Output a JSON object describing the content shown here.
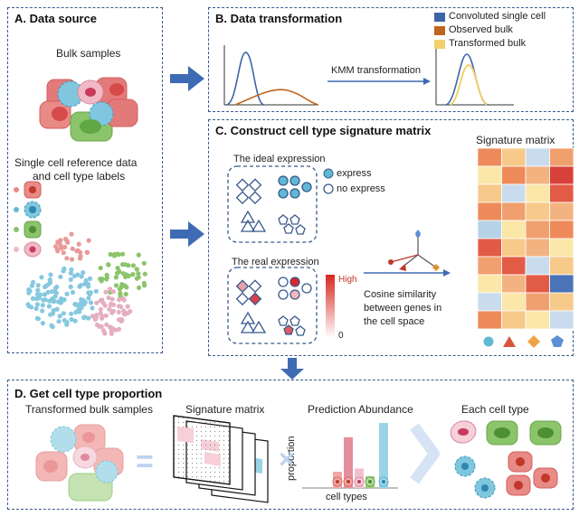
{
  "panels": {
    "a": {
      "title": "A. Data source",
      "bulk_label": "Bulk samples",
      "sc_label_1": "Single cell reference data",
      "sc_label_2": "and cell type labels"
    },
    "b": {
      "title": "B. Data transformation",
      "arrow_label": "KMM transformation",
      "legend": [
        {
          "label": "Convoluted single cell",
          "color": "#3d64a8"
        },
        {
          "label": "Observed bulk",
          "color": "#c0651e"
        },
        {
          "label": "Transformed bulk",
          "color": "#f2d16b"
        }
      ]
    },
    "c": {
      "title": "C. Construct cell type signature matrix",
      "ideal_label": "The ideal expression",
      "express_label": "express",
      "no_express_label": "no express",
      "real_label": "The real expression",
      "high_label": "High",
      "zero_label": "0",
      "cosine_1": "Cosine similarity",
      "cosine_2": "between genes in",
      "cosine_3": "the cell space",
      "sig_title": "Signature matrix"
    },
    "d": {
      "title": "D. Get cell type proportion",
      "bulk_label": "Transformed bulk samples",
      "sig_label": "Signature matrix",
      "pred_label": "Prediction Abundance",
      "each_label": "Each cell type",
      "ylabel": "proportion",
      "xlabel": "cell types",
      "equals": "=",
      "times": "×"
    }
  },
  "heatmap": {
    "rows": 10,
    "cols": 4,
    "cells": [
      [
        "#ee8a5a",
        "#f7c98a",
        "#c9dced",
        "#f0a06e"
      ],
      [
        "#fbe7a8",
        "#ee8a5a",
        "#f3b381",
        "#d8413a"
      ],
      [
        "#f7c98a",
        "#c9dced",
        "#fbe7a8",
        "#e25b45"
      ],
      [
        "#ee8a5a",
        "#f0a06e",
        "#f7c98a",
        "#f3b381"
      ],
      [
        "#b6d3e8",
        "#fbe7a8",
        "#f0a06e",
        "#ee8a5a"
      ],
      [
        "#e25b45",
        "#f7c98a",
        "#f3b381",
        "#fbe7a8"
      ],
      [
        "#f0a06e",
        "#e25b45",
        "#c9dced",
        "#f7c98a"
      ],
      [
        "#fbe7a8",
        "#f3b381",
        "#e25b45",
        "#4a73b8"
      ],
      [
        "#c9dced",
        "#fbe7a8",
        "#f0a06e",
        "#f7c98a"
      ],
      [
        "#ee8a5a",
        "#f7c98a",
        "#fbe7a8",
        "#c9dced"
      ]
    ]
  },
  "bars": [
    {
      "value": 0.25,
      "color": "#f2a6a6"
    },
    {
      "value": 0.78,
      "color": "#e58f9c"
    },
    {
      "value": 0.3,
      "color": "#f3c0cf"
    },
    {
      "value": 0.18,
      "color": "#9bcc7a"
    },
    {
      "value": 1.0,
      "color": "#9bd3e6"
    }
  ],
  "colors": {
    "border": "#3a5a8c",
    "arrow": "#3e6bb3",
    "red_cell": "#e88a86",
    "pink_cell": "#f1b9c6",
    "blue_cell": "#5fb8d6",
    "green_cell": "#88c26a"
  }
}
